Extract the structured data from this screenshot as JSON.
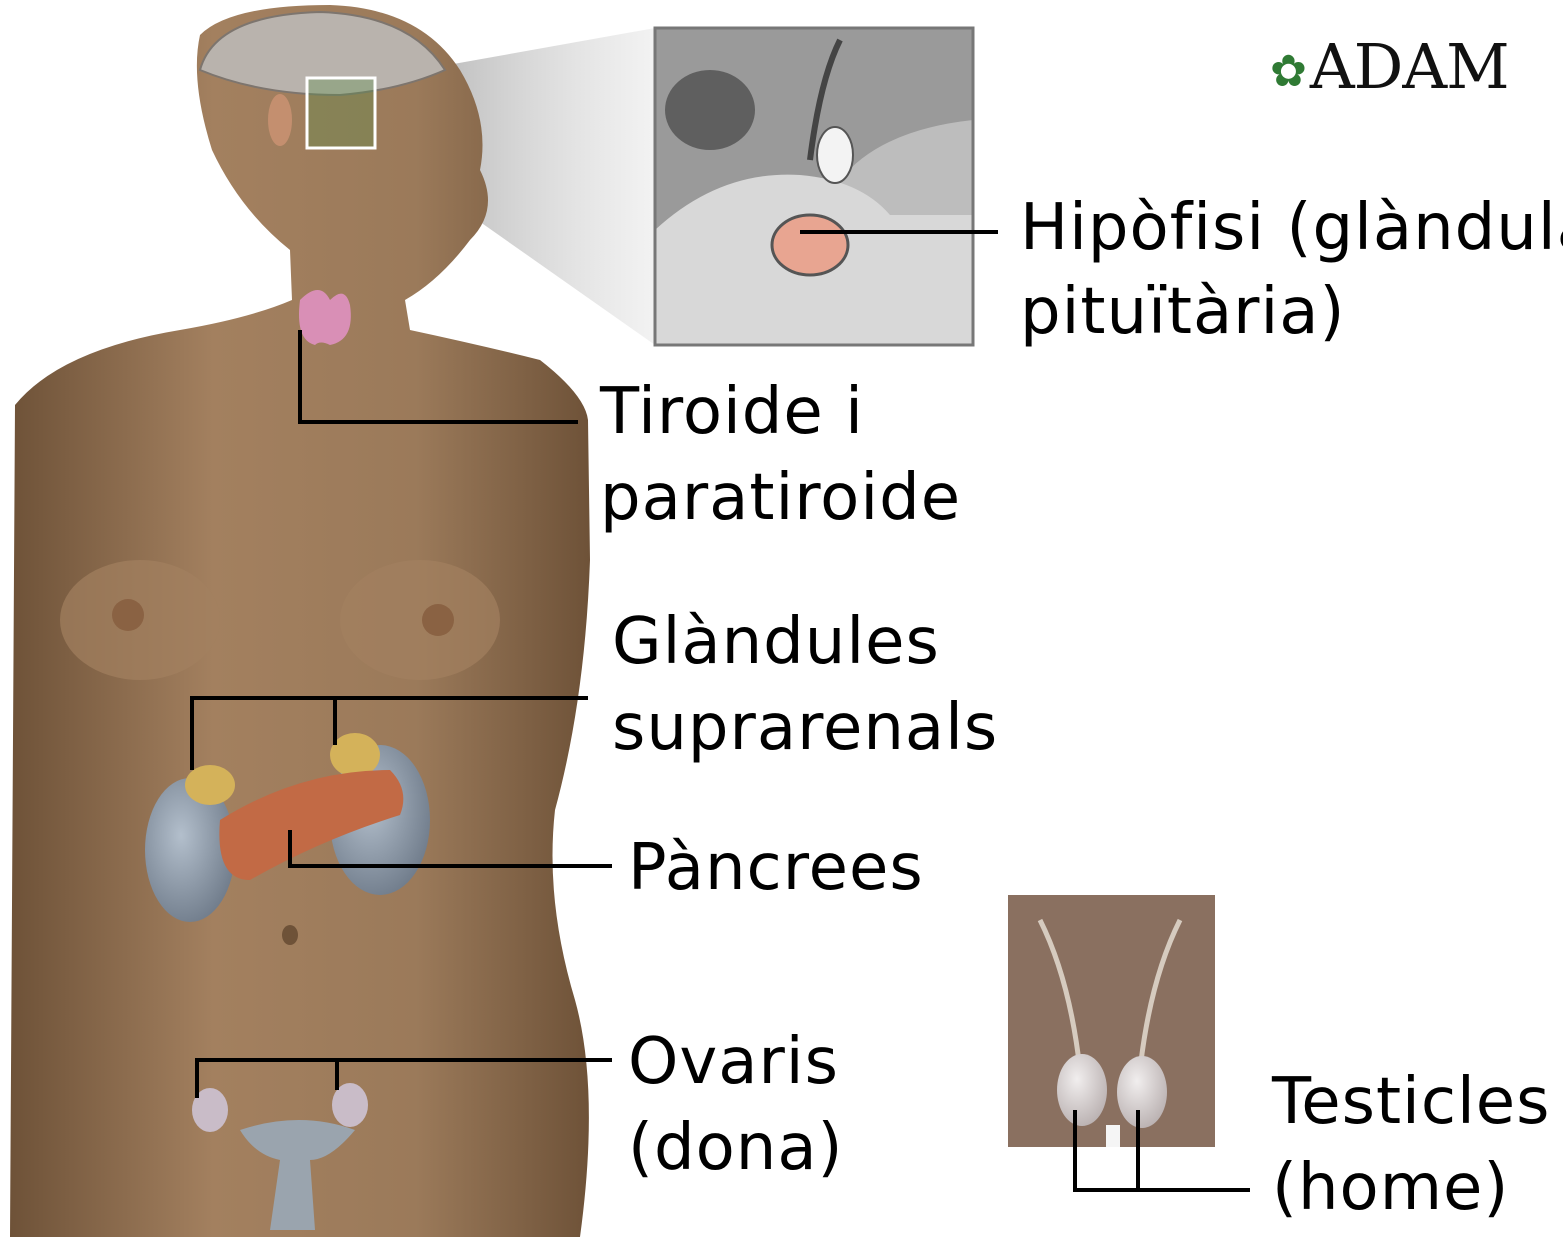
{
  "logo": {
    "text": "ADAM",
    "mark_color": "#2f7a34"
  },
  "labels": {
    "pituitary_line1": "Hipòfisi (glàndula",
    "pituitary_line2": "pituïtària)",
    "thyroid_line1": "Tiroide i",
    "thyroid_line2": "paratiroide",
    "adrenal_line1": "Glàndules",
    "adrenal_line2": "suprarenals",
    "pancreas": "Pàncrees",
    "ovaries_line1": "Ovaris",
    "ovaries_line2": "(dona)",
    "testes_line1": "Testicles",
    "testes_line2": "(home)"
  },
  "colors": {
    "skin": "#9b7a5a",
    "skin_dark": "#6e5238",
    "kidney": "#8c98a8",
    "pancreas": "#c26a45",
    "adrenal": "#d4b25a",
    "thyroid": "#d98fb6",
    "pituitary": "#e8a591"
  }
}
